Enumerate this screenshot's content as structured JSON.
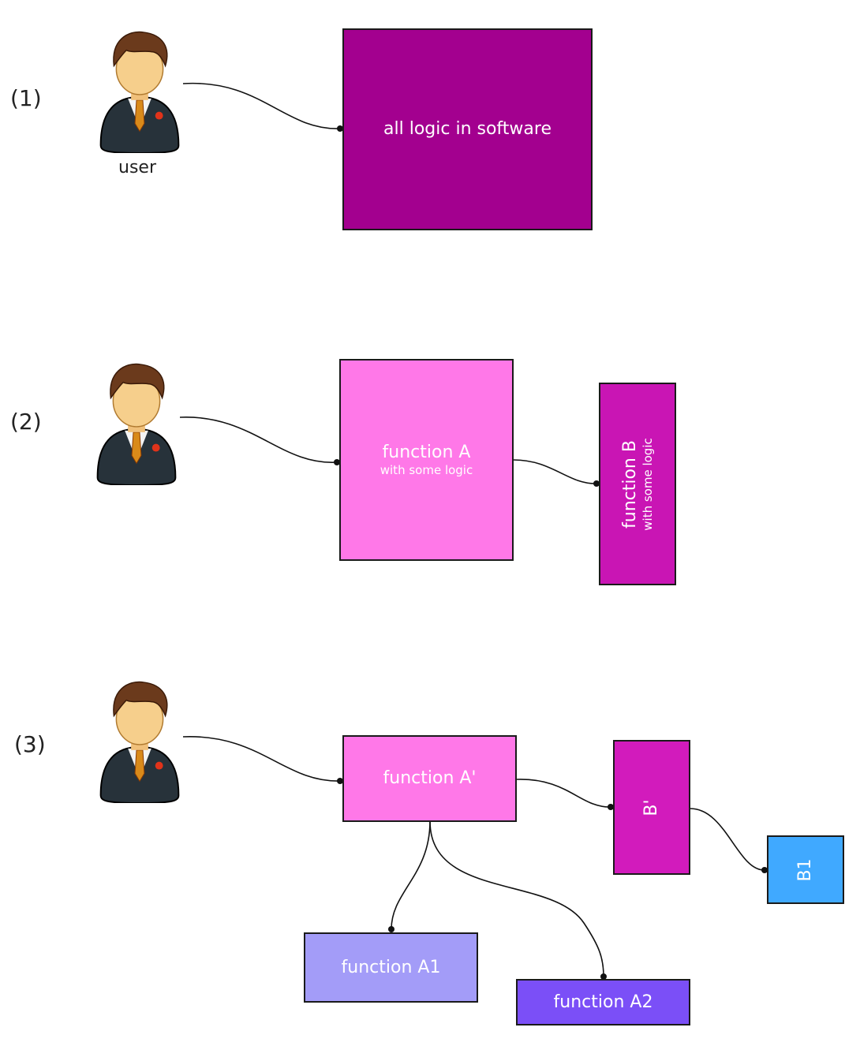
{
  "steps": {
    "one": {
      "label": "(1)",
      "user_caption": "user",
      "box_title": "all logic in software",
      "box_color": "#a3008f"
    },
    "two": {
      "label": "(2)",
      "box_a_title": "function A",
      "box_a_sub": "with some logic",
      "box_a_color": "#ff78e8",
      "box_b_title": "function B",
      "box_b_sub": "with some logic",
      "box_b_color": "#c915b4"
    },
    "three": {
      "label": "(3)",
      "box_a_title": "function A'",
      "box_a_color": "#ff78e8",
      "box_b_title": "B'",
      "box_b_color": "#d21bbc",
      "box_b1_title": "B1",
      "box_b1_color": "#40a9ff",
      "box_a1_title": "function A1",
      "box_a1_color": "#a39cf8",
      "box_a2_title": "function A2",
      "box_a2_color": "#7b4ff7"
    }
  },
  "icons": {
    "user": "user-businessman-icon"
  },
  "colors": {
    "wire": "#111111"
  }
}
